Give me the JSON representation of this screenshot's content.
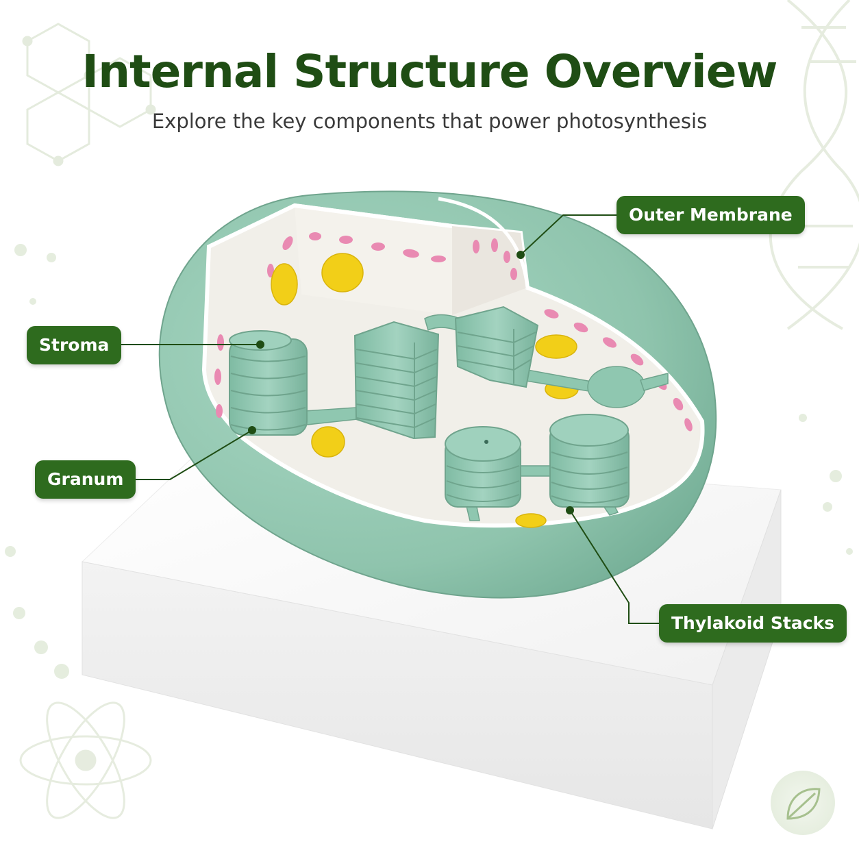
{
  "title": "Internal Structure Overview",
  "subtitle": "Explore the key components that power photosynthesis",
  "labels": {
    "outer_membrane": "Outer Membrane",
    "stroma": "Stroma",
    "granum": "Granum",
    "thylakoid_stacks": "Thylakoid Stacks"
  },
  "colors": {
    "title": "#1f4d14",
    "label_bg": "#2e6b1e",
    "model_green": "#93cbb4",
    "interior": "#f1efe9",
    "pink_dots": "#e98ab2",
    "yellow_dots": "#f2cf18",
    "base": "#f7f7f7"
  },
  "icons": [
    "dna-helix-icon",
    "molecule-hexagon-icon",
    "atom-icon",
    "leaf-icon"
  ]
}
